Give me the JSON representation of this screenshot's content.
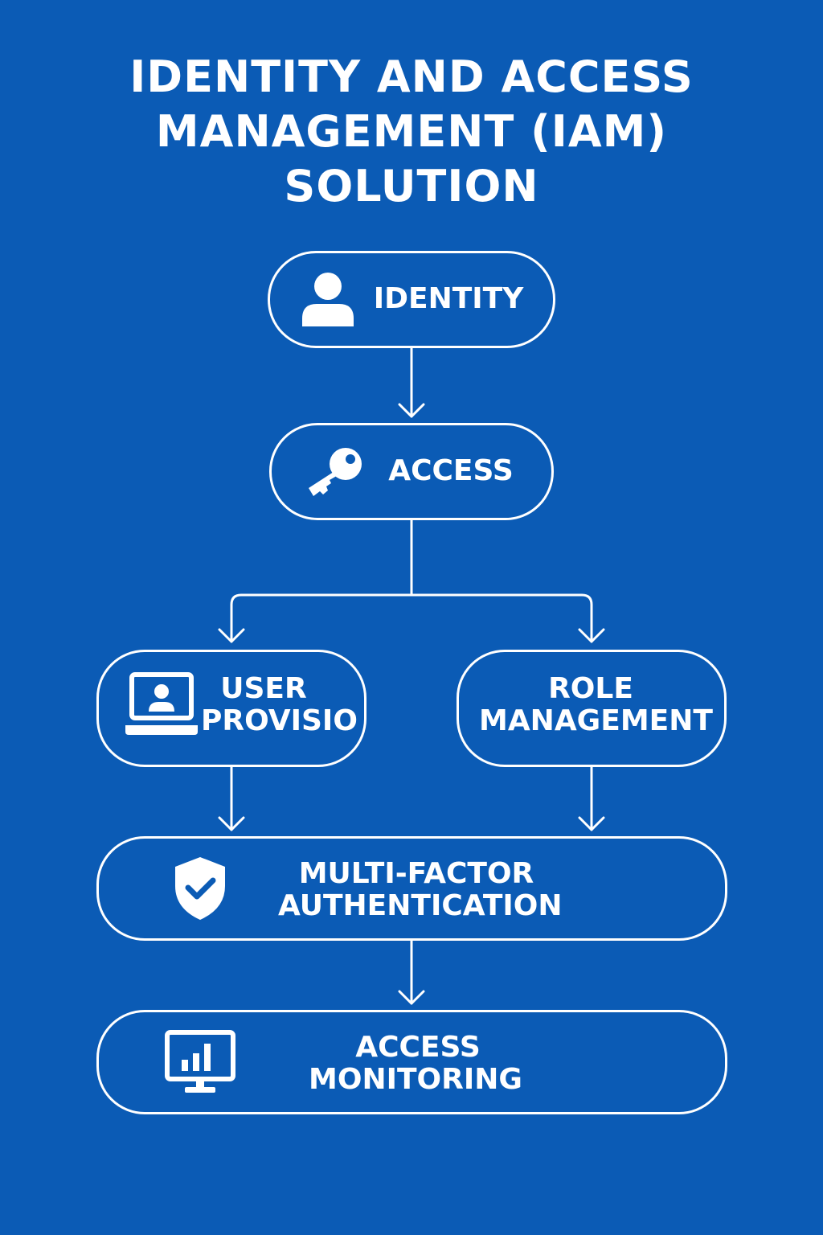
{
  "title": {
    "line1": "IDENTITY AND ACCESS",
    "line2": "MANAGEMENT (IAM)",
    "line3": "SOLUTION"
  },
  "nodes": {
    "identity": {
      "label": "IDENTITY",
      "icon": "user-icon"
    },
    "access": {
      "label": "ACCESS",
      "icon": "key-icon"
    },
    "user_provisioning": {
      "line1": "USER",
      "line2": "PROVISIO",
      "icon": "laptop-user-icon"
    },
    "role_management": {
      "line1": "ROLE",
      "line2": "MANAGEMENT"
    },
    "mfa": {
      "line1": "MULTI-FACTOR",
      "line2": "AUTHENTICATION",
      "icon": "shield-check-icon"
    },
    "access_monitoring": {
      "line1": "ACCESS",
      "line2": "MONITORING",
      "icon": "monitor-chart-icon"
    }
  },
  "colors": {
    "background": "#0b5bb5",
    "foreground": "#ffffff"
  }
}
